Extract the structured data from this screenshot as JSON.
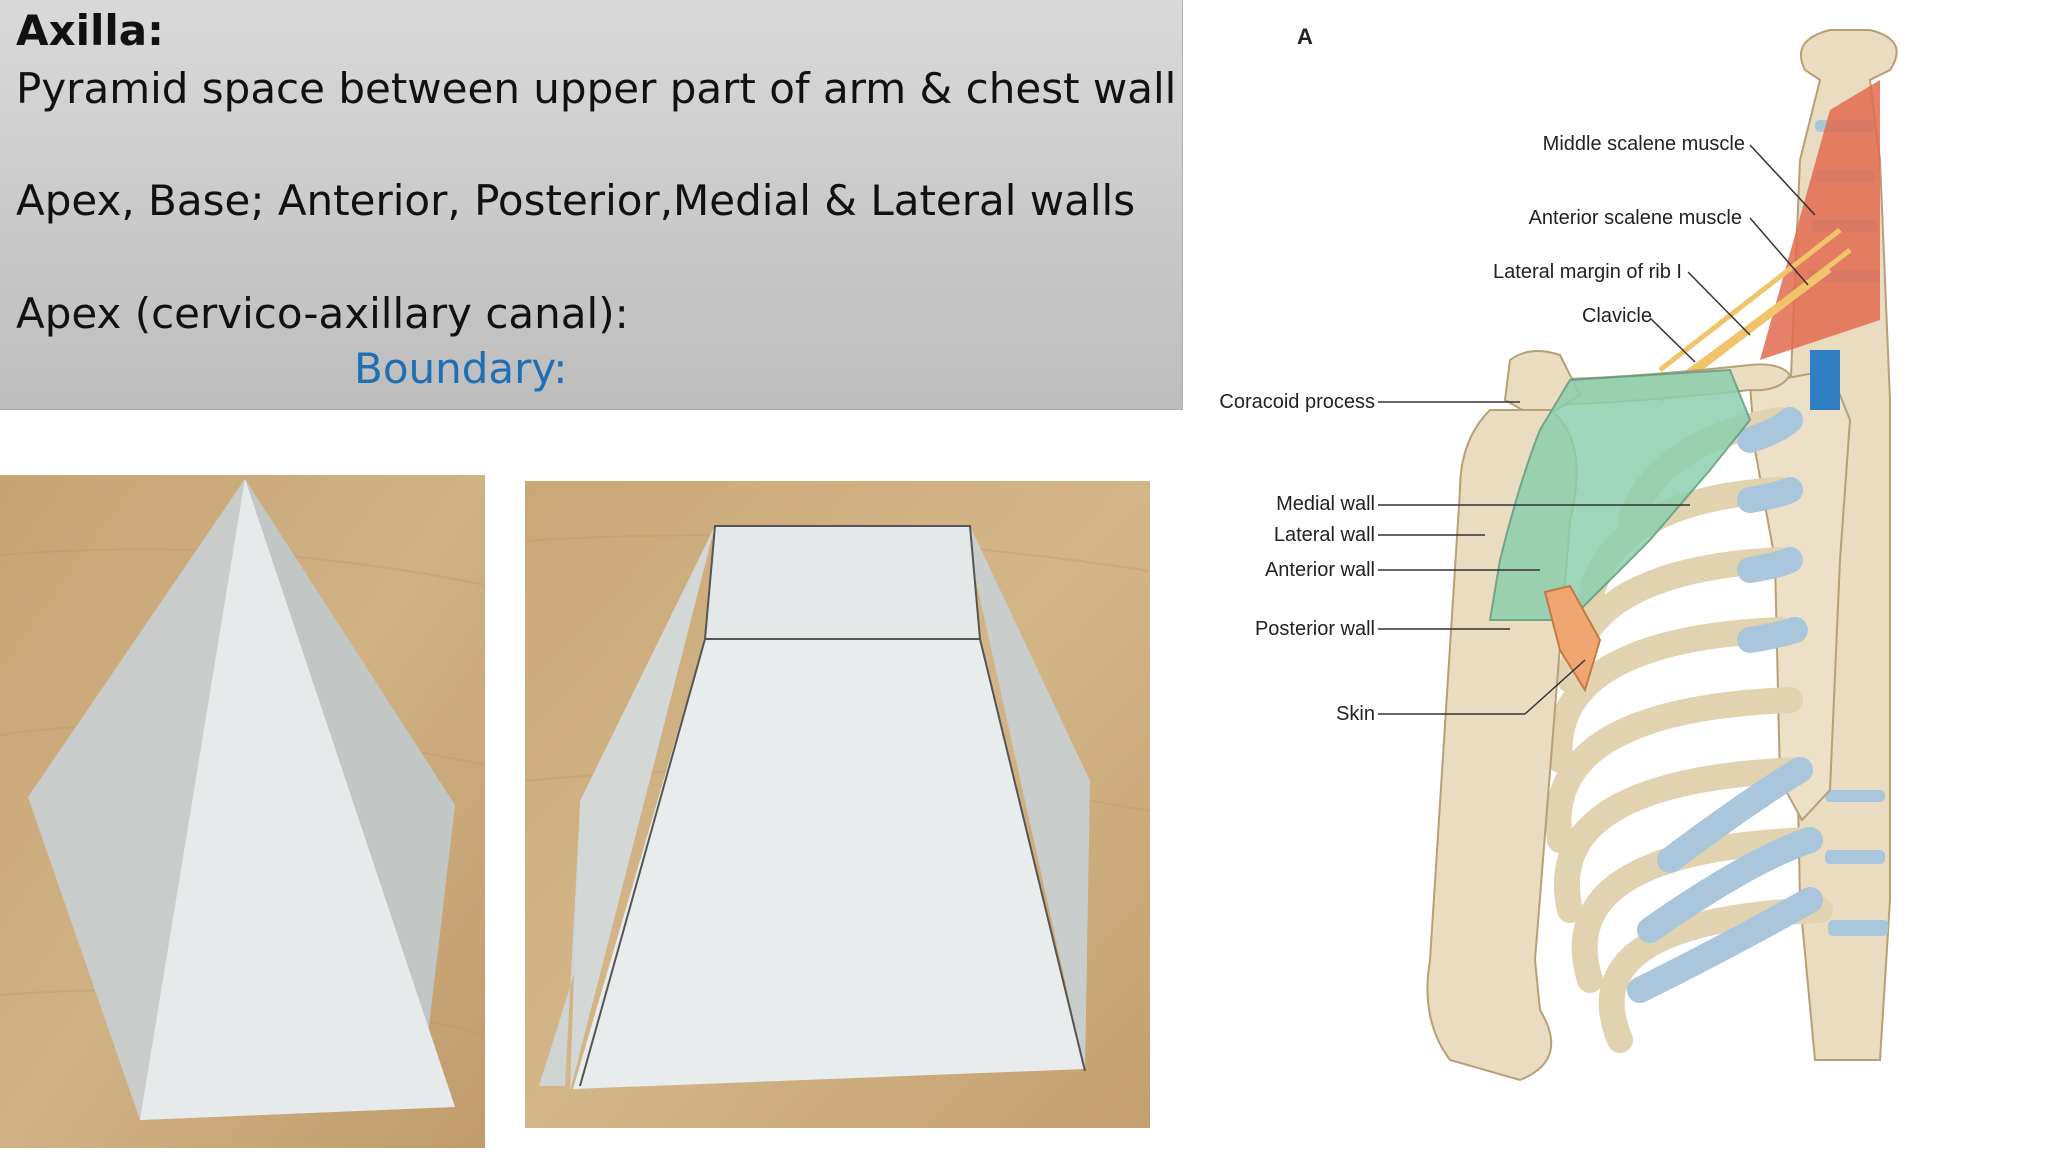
{
  "slide": {
    "title": "Axilla:",
    "line1": "Pyramid space between upper part of  arm & chest wall",
    "line2": "Apex, Base; Anterior, Posterior,Medial & Lateral walls",
    "line3": "Apex (cervico-axillary canal):",
    "line4": "Boundary:"
  },
  "figure": {
    "panel_letter": "A",
    "labels": {
      "middle_scalene": "Middle scalene muscle",
      "anterior_scalene": "Anterior scalene muscle",
      "lateral_margin_rib": "Lateral margin of rib I",
      "clavicle": "Clavicle",
      "coracoid": "Coracoid process",
      "medial_wall": "Medial wall",
      "lateral_wall": "Lateral wall",
      "anterior_wall": "Anterior wall",
      "posterior_wall": "Posterior wall",
      "skin": "Skin"
    }
  },
  "colors": {
    "textbox_bg": "#c8c8c8",
    "boundary_blue": "#1f6fb4",
    "table_wood": "#c9a878",
    "paper": "#e6eaea",
    "bone": "#e9dcc0",
    "cartilage": "#a9c6dc",
    "axilla_green": "#8ccfae",
    "muscle_red": "#e26b4f"
  }
}
